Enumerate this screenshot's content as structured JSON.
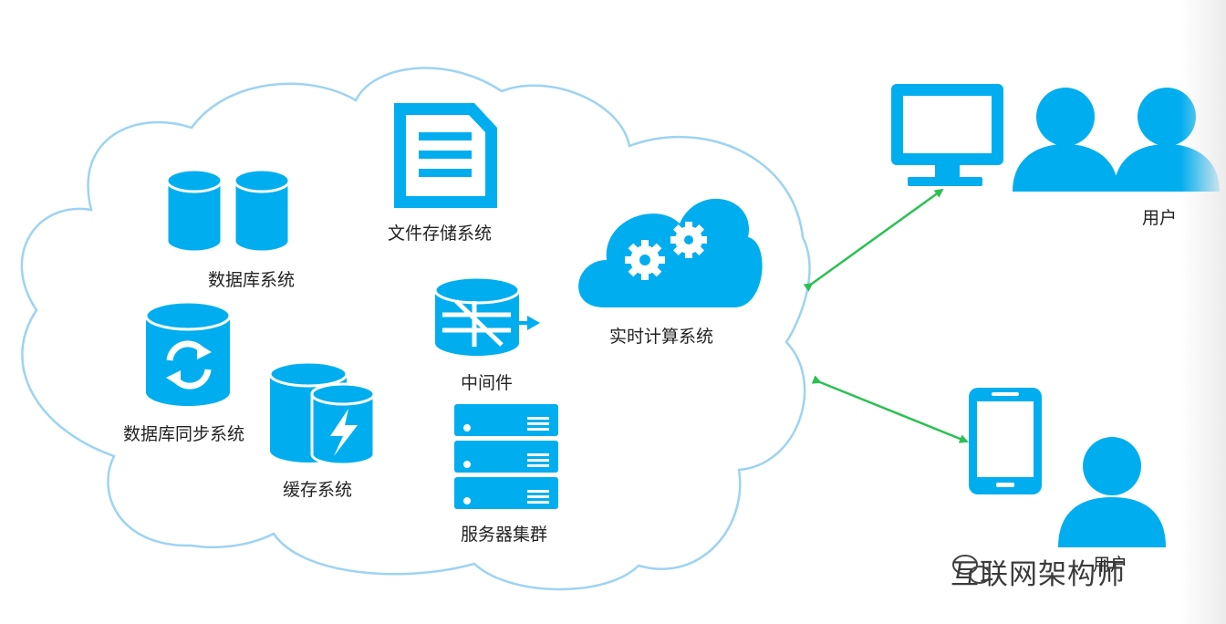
{
  "colors": {
    "icon": "#00AEEF",
    "cloud_outline": "#9DD3F2",
    "arrow": "#2CC053"
  },
  "labels": {
    "database": "数据库系统",
    "file_storage": "文件存储系统",
    "realtime": "实时计算系统",
    "middleware": "中间件",
    "db_sync": "数据库同步系统",
    "cache": "缓存系统",
    "server_cluster": "服务器集群",
    "user": "用户",
    "mobile_user": "用户"
  },
  "watermark": "互联网架构师"
}
